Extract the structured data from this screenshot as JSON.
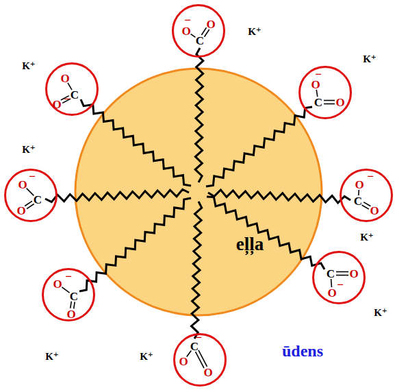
{
  "diagram": {
    "nodes": [
      {
        "text": [
          "eļļa"
        ]
      },
      {
        "text": [
          "O",
          "−",
          "C",
          "O"
        ]
      },
      {
        "text": [
          "O",
          "−",
          "C",
          "O"
        ]
      },
      {
        "text": [
          "O",
          "−",
          "C",
          "O"
        ]
      },
      {
        "text": [
          "O",
          "−",
          "C",
          "O"
        ]
      },
      {
        "text": [
          "O",
          "−",
          "C",
          "O"
        ]
      },
      {
        "text": [
          "O",
          "−",
          "C",
          "O"
        ]
      },
      {
        "text": [
          "O",
          "−",
          "C",
          "O"
        ]
      },
      {
        "text": [
          "O",
          "−",
          "C",
          "O"
        ]
      }
    ],
    "labels": [
      "K⁺",
      "K⁺",
      "K⁺",
      "K⁺",
      "K⁺",
      "K⁺",
      "K⁺",
      "K⁺",
      "ūdens"
    ]
  }
}
